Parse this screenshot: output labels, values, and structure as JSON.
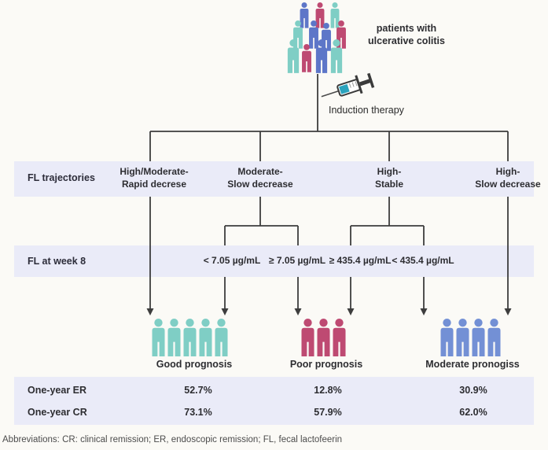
{
  "colors": {
    "teal": "#7FCEC5",
    "crimson": "#BE4A72",
    "blue": "#7390D5",
    "crowd_blue": "#5D76C8",
    "liquid_teal": "#2BA3BD",
    "band_lavender": "#EAEBF8",
    "line_dark": "#3D3D3D",
    "background": "#FBFAF6"
  },
  "icons": {
    "crowd": "patient-crowd-icon",
    "syringe": "syringe-icon",
    "person": "person-icon",
    "arrow": "arrow-down-icon"
  },
  "header": {
    "population_label": "patients with ulcerative colitis",
    "therapy_label": "Induction therapy"
  },
  "rows": {
    "trajectories": {
      "label": "FL trajectories",
      "branches": [
        {
          "label": "High/Moderate-\nRapid decrese"
        },
        {
          "label": "Moderate-\nSlow decrease"
        },
        {
          "label": "High-\nStable"
        },
        {
          "label": "High-\nSlow decrease"
        }
      ]
    },
    "week8": {
      "label": "FL at week 8",
      "thresholds": [
        "< 7.05 µg/mL",
        "≥ 7.05 µg/mL",
        "≥ 435.4 µg/mL",
        "< 435.4 µg/mL"
      ]
    }
  },
  "outcomes": {
    "groups": [
      {
        "name": "Good prognosis",
        "people_count": 5,
        "color_key": "teal"
      },
      {
        "name": "Poor prognosis",
        "people_count": 3,
        "color_key": "crimson"
      },
      {
        "name": "Moderate pronogiss",
        "people_count": 4,
        "color_key": "blue"
      }
    ]
  },
  "table": {
    "rows": [
      {
        "label": "One-year ER",
        "values": [
          "52.7%",
          "12.8%",
          "30.9%"
        ]
      },
      {
        "label": "One-year CR",
        "values": [
          "73.1%",
          "57.9%",
          "62.0%"
        ]
      }
    ]
  },
  "footnote": "Abbreviations: CR: clinical remission; ER, endoscopic remission; FL, fecal lactofeerin"
}
